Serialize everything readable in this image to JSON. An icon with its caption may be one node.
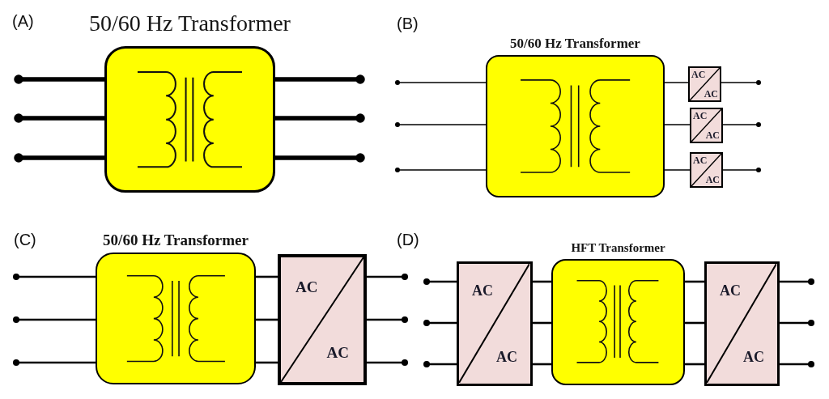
{
  "diagram": {
    "nodes": [
      {
        "text": [
          "50/60 Hz Transformer"
        ]
      },
      {
        "text": [
          "50/60 Hz Transformer"
        ]
      },
      {
        "text": [
          "AC",
          "AC"
        ]
      },
      {
        "text": [
          "AC",
          "AC"
        ]
      },
      {
        "text": [
          "AC",
          "AC"
        ]
      },
      {
        "text": [
          "50/60 Hz Transformer"
        ]
      },
      {
        "text": [
          "AC",
          "AC"
        ]
      },
      {
        "text": [
          "AC",
          "AC"
        ]
      },
      {
        "text": [
          "HFT Transformer"
        ]
      },
      {
        "text": [
          "AC",
          "AC"
        ]
      }
    ],
    "edges": [
      {
        "from": null,
        "to": 0,
        "arrow": "other",
        "style": "thick"
      },
      {
        "from": null,
        "to": 0,
        "arrow": "other",
        "style": "thick"
      },
      {
        "from": null,
        "to": 0,
        "arrow": "other",
        "style": "thick"
      },
      {
        "from": 0,
        "to": null,
        "arrow": "other",
        "style": "thick"
      },
      {
        "from": 0,
        "to": null,
        "arrow": "other",
        "style": "thick"
      },
      {
        "from": 0,
        "to": null,
        "arrow": "other",
        "style": "thick"
      },
      {
        "from": null,
        "to": 1,
        "arrow": "other"
      },
      {
        "from": null,
        "to": 1,
        "arrow": "other"
      },
      {
        "from": null,
        "to": 1,
        "arrow": "other"
      },
      {
        "from": 1,
        "to": 2,
        "arrow": "none"
      },
      {
        "from": 1,
        "to": 3,
        "arrow": "none"
      },
      {
        "from": 1,
        "to": 4,
        "arrow": "none"
      },
      {
        "from": 2,
        "to": null,
        "arrow": "other"
      },
      {
        "from": 3,
        "to": null,
        "arrow": "other"
      },
      {
        "from": 4,
        "to": null,
        "arrow": "other"
      },
      {
        "from": null,
        "to": 5,
        "arrow": "other"
      },
      {
        "from": null,
        "to": 5,
        "arrow": "other"
      },
      {
        "from": null,
        "to": 5,
        "arrow": "other"
      },
      {
        "from": 5,
        "to": 6,
        "arrow": "none"
      },
      {
        "from": 5,
        "to": 6,
        "arrow": "none"
      },
      {
        "from": 5,
        "to": 6,
        "arrow": "none"
      },
      {
        "from": 6,
        "to": null,
        "arrow": "other"
      },
      {
        "from": 6,
        "to": null,
        "arrow": "other"
      },
      {
        "from": 6,
        "to": null,
        "arrow": "other"
      },
      {
        "from": null,
        "to": 7,
        "arrow": "other"
      },
      {
        "from": null,
        "to": 7,
        "arrow": "other"
      },
      {
        "from": null,
        "to": 7,
        "arrow": "other"
      },
      {
        "from": 7,
        "to": 8,
        "arrow": "none"
      },
      {
        "from": 7,
        "to": 8,
        "arrow": "none"
      },
      {
        "from": 7,
        "to": 8,
        "arrow": "none"
      },
      {
        "from": 8,
        "to": 9,
        "arrow": "none"
      },
      {
        "from": 8,
        "to": 9,
        "arrow": "none"
      },
      {
        "from": 8,
        "to": 9,
        "arrow": "none"
      },
      {
        "from": 9,
        "to": null,
        "arrow": "other"
      },
      {
        "from": 9,
        "to": null,
        "arrow": "other"
      },
      {
        "from": 9,
        "to": null,
        "arrow": "other"
      }
    ],
    "labels": [
      "(A)",
      "(B)",
      "(C)",
      "(D)"
    ]
  }
}
